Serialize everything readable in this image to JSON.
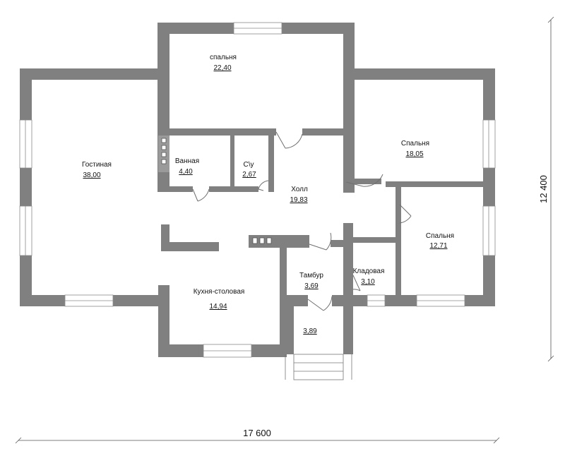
{
  "plan": {
    "rooms": [
      {
        "name": "Гостиная",
        "area": "38,00"
      },
      {
        "name": "спальня",
        "area": "22,40"
      },
      {
        "name": "Ванная",
        "area": "4,40"
      },
      {
        "name": "С\\у",
        "area": "2,67"
      },
      {
        "name": "Холл",
        "area": "19,83"
      },
      {
        "name": "Спальня",
        "area": "18,05"
      },
      {
        "name": "Спальня",
        "area": "12,71"
      },
      {
        "name": "Кухня-столовая",
        "area": "14,94"
      },
      {
        "name": "Тамбур",
        "area": "3,69"
      },
      {
        "name": "Кладовая",
        "area": "3,10"
      },
      {
        "name": "",
        "area": "3,89"
      }
    ],
    "dimensions": {
      "width": "17 600",
      "height": "12 400"
    },
    "colors": {
      "wall": "#808080",
      "background": "#ffffff"
    }
  }
}
